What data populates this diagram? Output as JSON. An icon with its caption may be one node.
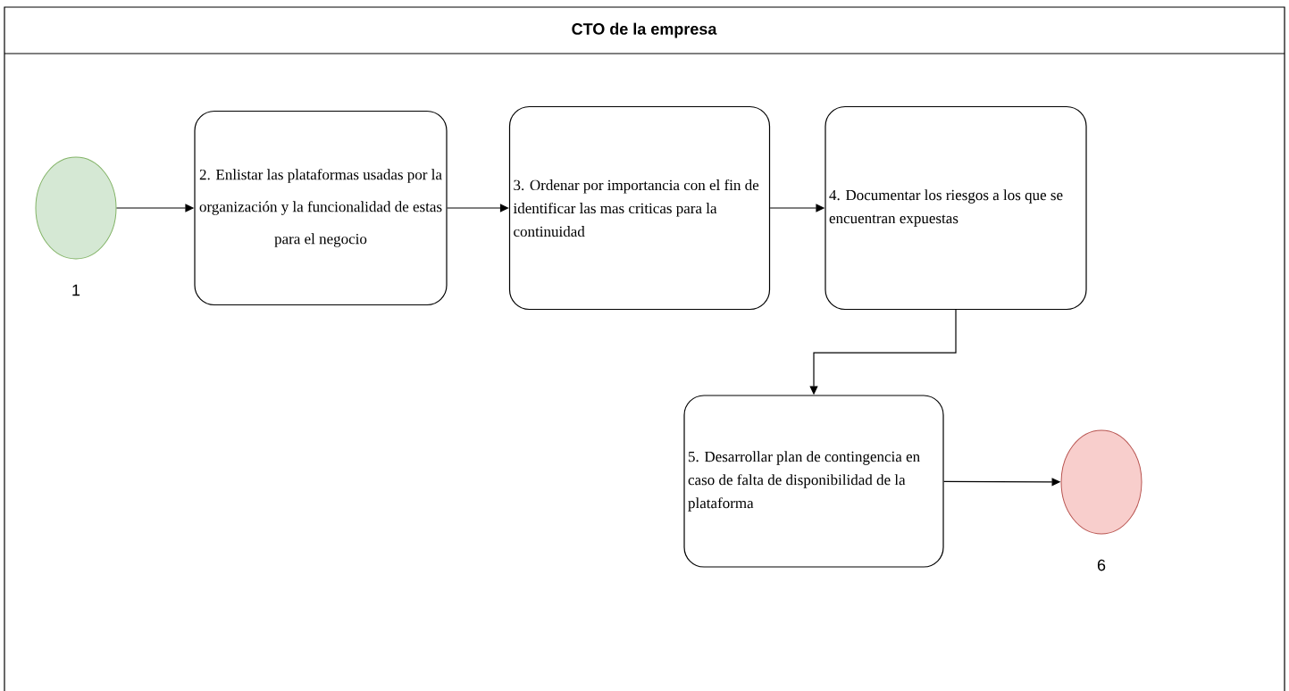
{
  "diagram": {
    "nodes": [
      {
        "text": [
          "CTO de la empresa"
        ]
      },
      {
        "text": [],
        "shape": "circle",
        "beside": [
          "1"
        ],
        "in": 0
      },
      {
        "text": [
          "2. Enlistar las plataformas usadas por la organización y la funcionalidad de estas para el negocio"
        ],
        "in": 0
      },
      {
        "text": [
          "3. Ordenar por importancia con el fin de identificar las mas criticas para la continuidad"
        ],
        "in": 0
      },
      {
        "text": [
          "4. Documentar los riesgos a los que se encuentran expuestas"
        ],
        "in": 0
      },
      {
        "text": [
          "5. Desarrollar plan de contingencia en caso de falta de disponibilidad de la plataforma"
        ],
        "in": 0
      },
      {
        "text": [],
        "shape": "circle",
        "beside": [
          "6"
        ],
        "in": 0
      }
    ],
    "edges": [
      {
        "from": 1,
        "to": 2,
        "arrow": "to"
      },
      {
        "from": 2,
        "to": 3,
        "arrow": "to"
      },
      {
        "from": 3,
        "to": 4,
        "arrow": "to"
      },
      {
        "from": 4,
        "to": 5,
        "arrow": "to"
      },
      {
        "from": 5,
        "to": 6,
        "arrow": "to"
      }
    ]
  }
}
